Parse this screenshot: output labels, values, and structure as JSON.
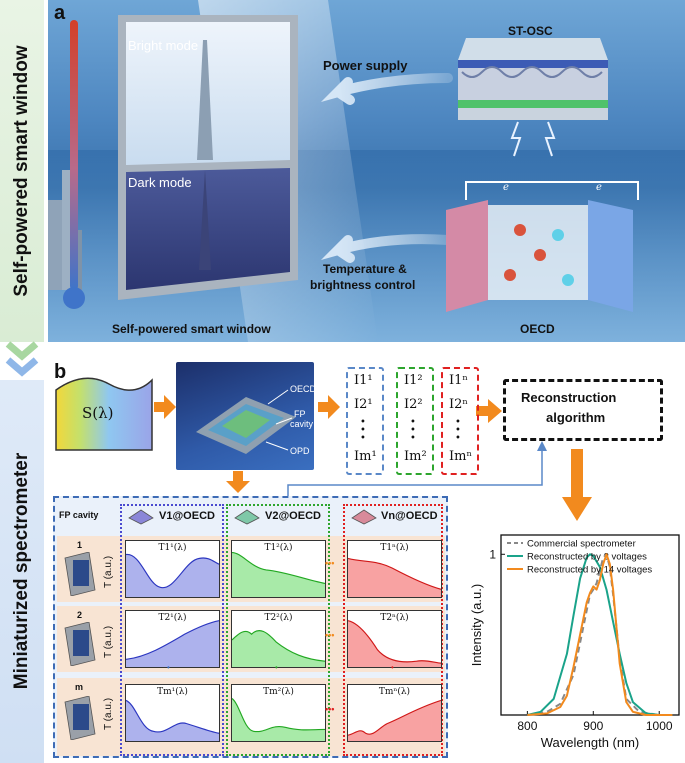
{
  "side_titles": {
    "top": "Self-powered smart window",
    "bottom": "Miniaturized spectrometer"
  },
  "panel_a": {
    "label": "a",
    "bright_mode": "Bright mode",
    "dark_mode": "Dark mode",
    "caption": "Self-powered smart window",
    "power_supply": "Power supply",
    "temp_control_line1": "Temperature &",
    "temp_control_line2": "brightness control",
    "stosc": "ST-OSC",
    "oecd": "OECD",
    "electron": "e"
  },
  "panel_b": {
    "label": "b",
    "source": "S(λ)",
    "chip_labels": {
      "oecd": "OECD",
      "fp_cavity_1": "FP",
      "fp_cavity_2": "cavity",
      "opd": "OPD"
    },
    "reconstruction_1": "Reconstruction",
    "reconstruction_2": "algorithm",
    "fp_cavity_header": "FP cavity",
    "rows": [
      "1",
      "2",
      "m"
    ],
    "ta_label": "T (a.u.)",
    "ellipsis": "•••",
    "colors": {
      "blue": "#3a6fc4",
      "green": "#2da52d",
      "red": "#e02020",
      "orange": "#f28a1e"
    },
    "columns": [
      {
        "name": "V1@OECD",
        "color": "#3a6fc4",
        "box": "#4a4ad0",
        "cells": [
          "T1¹(λ)",
          "T2¹(λ)",
          "Tm¹(λ)"
        ],
        "intensities": [
          "I1¹",
          "I2¹",
          "•",
          "•",
          "•",
          "Im¹"
        ]
      },
      {
        "name": "V2@OECD",
        "color": "#2da52d",
        "box": "#2da52d",
        "cells": [
          "T1²(λ)",
          "T2²(λ)",
          "Tm²(λ)"
        ],
        "intensities": [
          "I1²",
          "I2²",
          "•",
          "•",
          "•",
          "Im²"
        ]
      },
      {
        "name": "Vn@OECD",
        "color": "#e02020",
        "box": "#e02020",
        "cells": [
          "T1ⁿ(λ)",
          "T2ⁿ(λ)",
          "Tmⁿ(λ)"
        ],
        "intensities": [
          "I1ⁿ",
          "I2ⁿ",
          "•",
          "•",
          "•",
          "Imⁿ"
        ]
      }
    ]
  },
  "chart_data": {
    "type": "line",
    "xlabel": "Wavelength (nm)",
    "ylabel": "Intensity (a.u.)",
    "xlim": [
      760,
      1030
    ],
    "ylim": [
      0,
      1.12
    ],
    "xticks": [
      800,
      900,
      1000
    ],
    "yticks": [
      1
    ],
    "legend_position": "top",
    "series": [
      {
        "name": "Commercial spectrometer",
        "style": "dashed",
        "color": "#888888",
        "x": [
          800,
          830,
          850,
          870,
          880,
          890,
          895,
          900,
          905,
          910,
          915,
          920,
          925,
          930,
          940,
          950,
          970,
          1000,
          1020
        ],
        "y": [
          0.0,
          0.02,
          0.07,
          0.25,
          0.45,
          0.65,
          0.75,
          0.78,
          0.82,
          0.9,
          0.98,
          1.0,
          0.92,
          0.75,
          0.35,
          0.1,
          0.02,
          0.0,
          0.0
        ]
      },
      {
        "name": "Reconstructed by 2 voltages",
        "style": "solid",
        "color": "#1aa38a",
        "x": [
          800,
          820,
          840,
          860,
          870,
          880,
          890,
          895,
          900,
          910,
          920,
          930,
          940,
          950,
          960,
          980,
          1000,
          1020
        ],
        "y": [
          0.0,
          0.02,
          0.1,
          0.38,
          0.62,
          0.85,
          0.98,
          1.0,
          0.99,
          0.92,
          0.78,
          0.58,
          0.38,
          0.2,
          0.08,
          0.01,
          0.0,
          0.0
        ]
      },
      {
        "name": "Reconstructed by 14 voltages",
        "style": "solid",
        "color": "#f28a1e",
        "x": [
          800,
          830,
          850,
          860,
          870,
          880,
          890,
          895,
          900,
          905,
          910,
          915,
          920,
          925,
          930,
          935,
          940,
          950,
          960,
          980,
          1000,
          1020
        ],
        "y": [
          0.0,
          0.01,
          0.05,
          0.12,
          0.3,
          0.5,
          0.7,
          0.76,
          0.8,
          0.78,
          0.84,
          0.94,
          1.0,
          0.94,
          0.78,
          0.55,
          0.32,
          0.08,
          0.02,
          0.0,
          0.0,
          0.0
        ]
      }
    ]
  }
}
